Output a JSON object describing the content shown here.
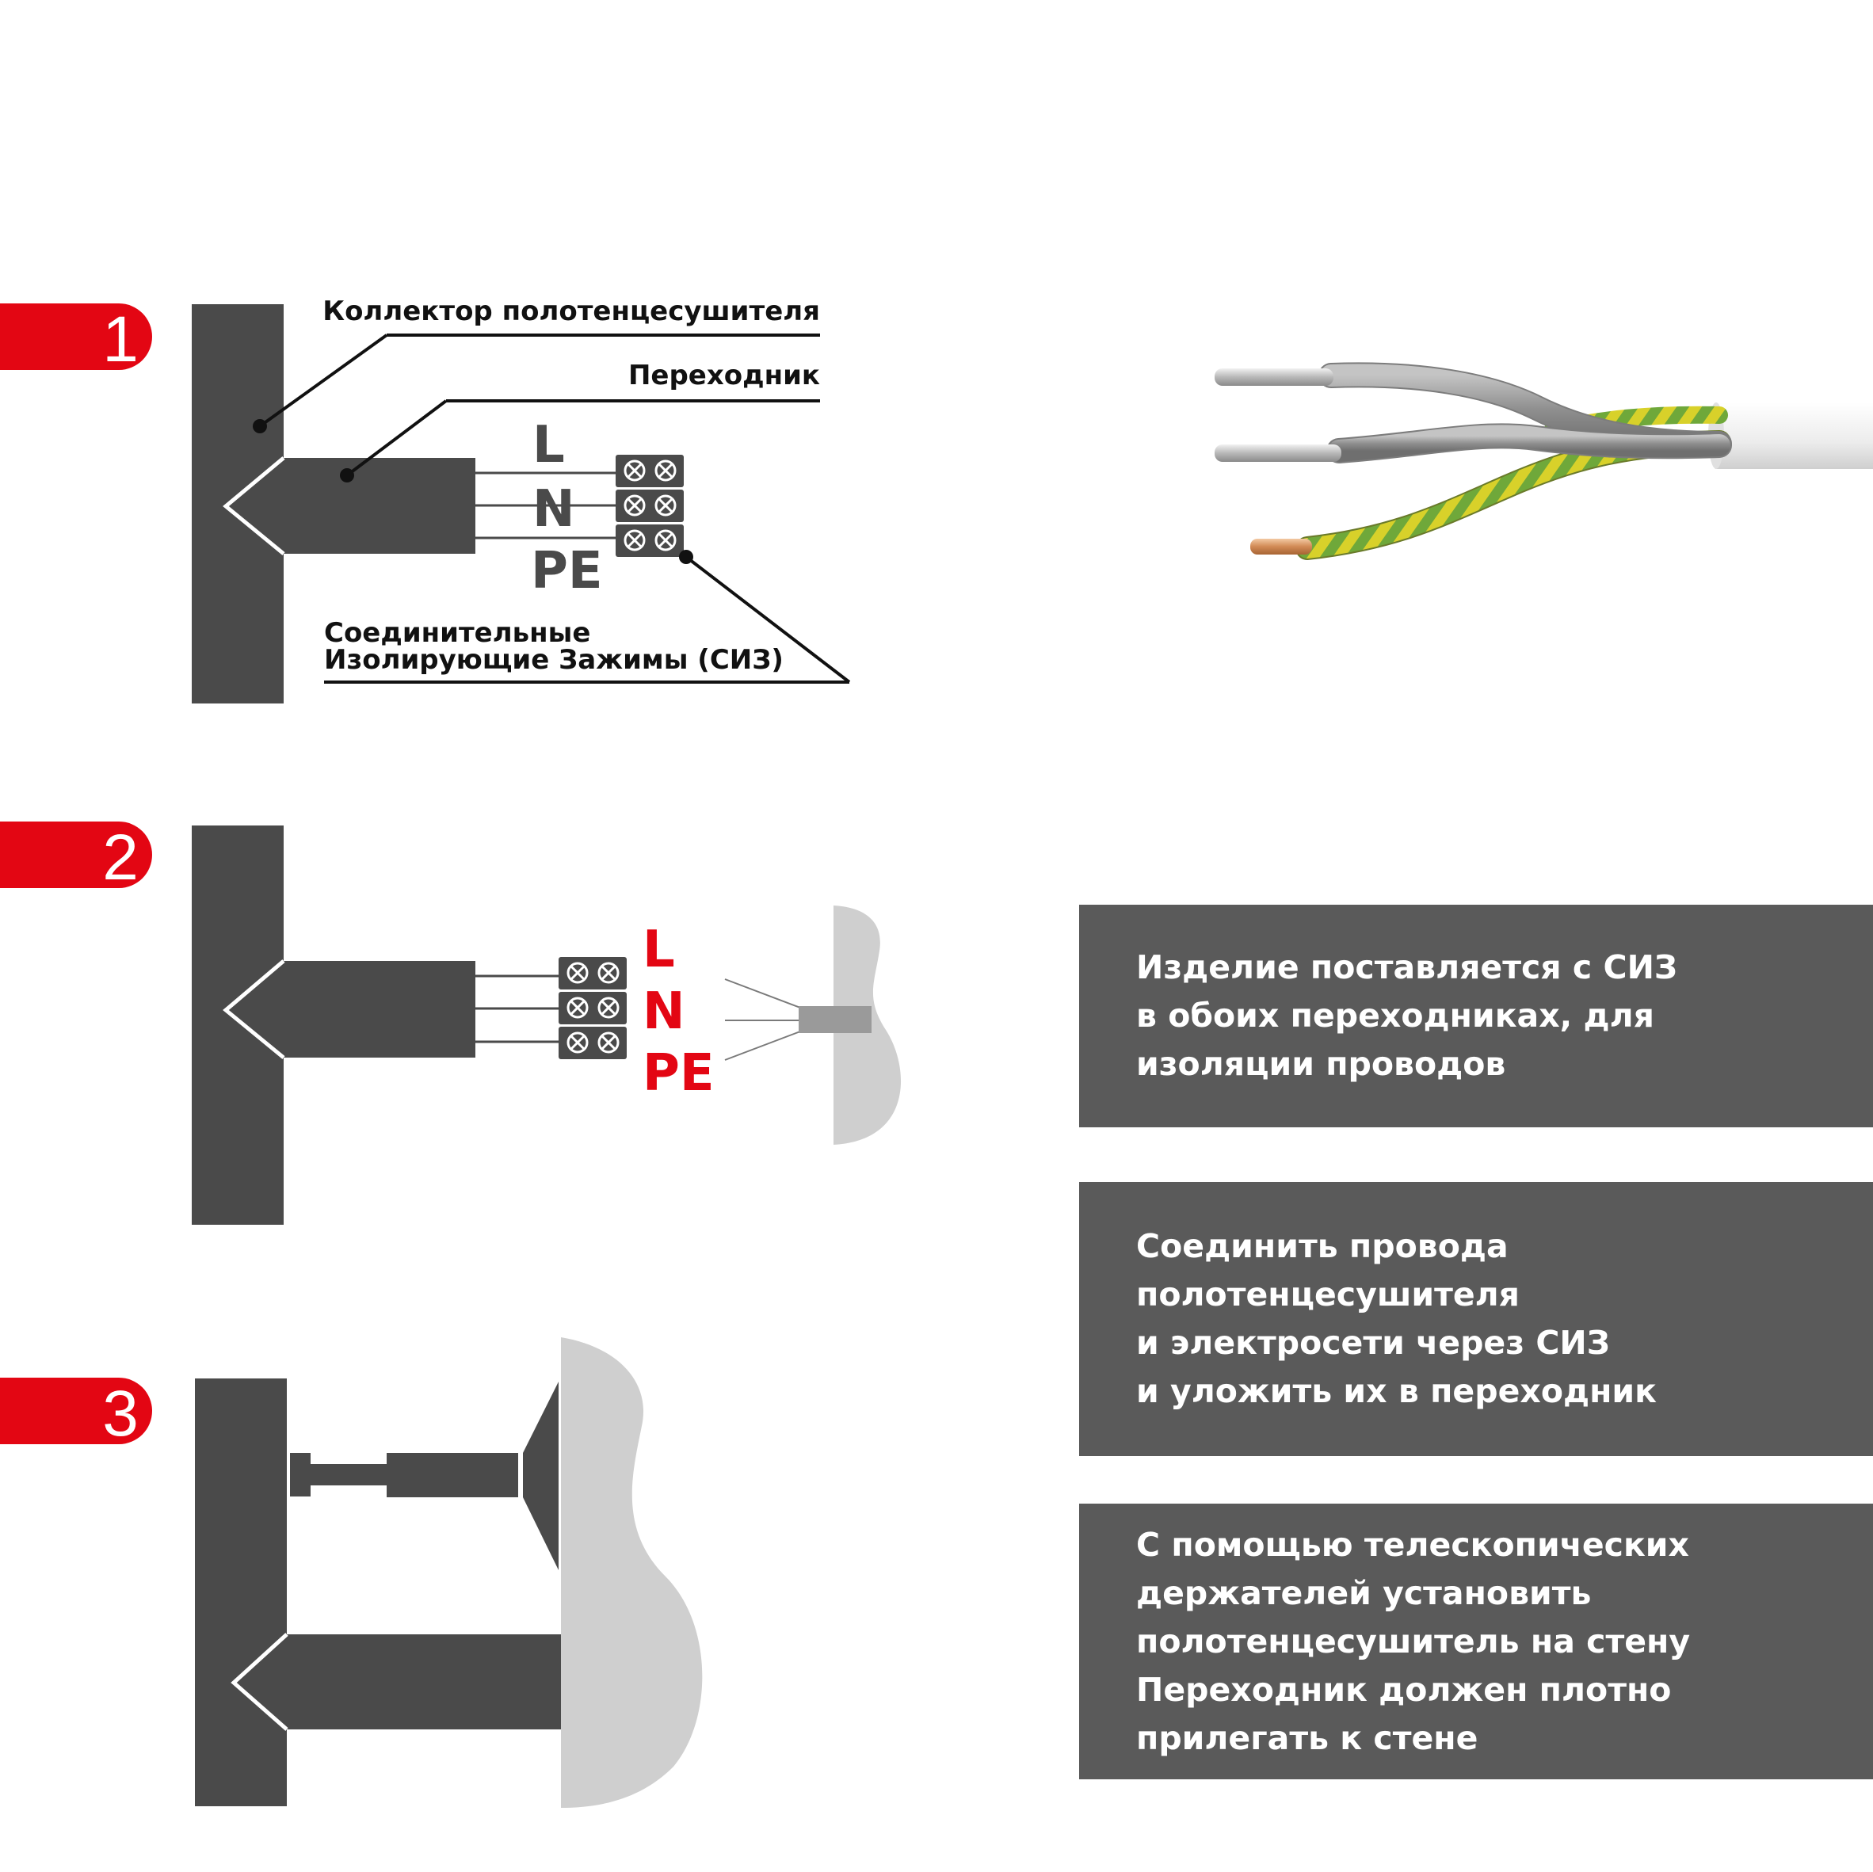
{
  "steps": [
    {
      "number": "1"
    },
    {
      "number": "2"
    },
    {
      "number": "3"
    }
  ],
  "diagram1": {
    "label_collector": "Коллектор полотенцесушителя",
    "label_adapter": "Переходник",
    "label_clamps_line1": "Соединительные",
    "label_clamps_line2": "Изолирующие Зажимы (СИЗ)",
    "wire_L": "L",
    "wire_N": "N",
    "wire_PE": "PE"
  },
  "diagram2": {
    "wire_L": "L",
    "wire_N": "N",
    "wire_PE": "PE"
  },
  "info_boxes": [
    {
      "lines": [
        "Изделие поставляется с СИЗ",
        "в обоих переходниках, для",
        "изоляции проводов"
      ]
    },
    {
      "lines": [
        "Соединить провода",
        "полотенцесушителя",
        "и электросети через СИЗ",
        "и уложить их в переходник"
      ]
    },
    {
      "lines": [
        "С помощью телескопических",
        "держателей установить",
        "полотенцесушитель на стену",
        "Переходник должен плотно",
        "прилегать к стене"
      ]
    }
  ],
  "colors": {
    "accent_red": "#e30613",
    "dark_gray": "#4a4a4a",
    "box_gray": "#5a5a5a",
    "wall_gray": "#cfcfcf"
  }
}
